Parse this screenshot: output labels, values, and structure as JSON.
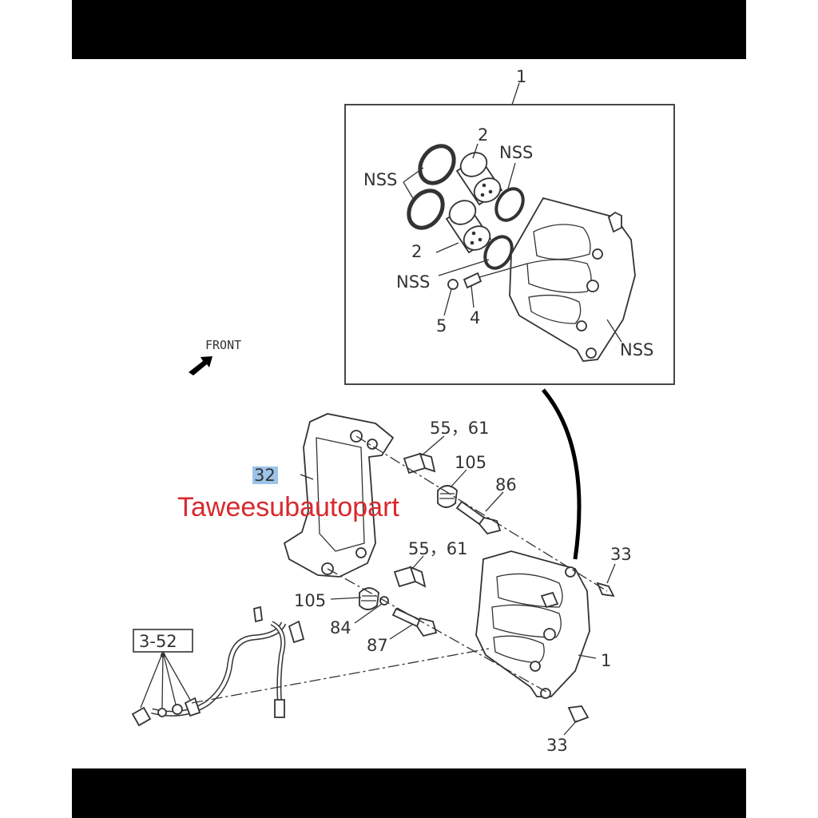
{
  "labels": {
    "assembly_top": "1",
    "piston_upper": "2",
    "piston_lower": "2",
    "nss_seals": "NSS",
    "nss_oring_upper": "NSS",
    "nss_oring_lower": "NSS",
    "nss_body": "NSS",
    "cap": "5",
    "bleeder": "4",
    "front": "FRONT",
    "bracket": "32",
    "bolt_upper": "55，61",
    "boot_upper": "105",
    "pin_upper": "86",
    "bolt_lower": "55，61",
    "boot_lower": "105",
    "bushing": "84",
    "pin_lower": "87",
    "ref_box": "3-52",
    "bolt_right_upper": "33",
    "caliper_main": "1",
    "bolt_right_lower": "33"
  },
  "watermark": "Taweesubautopart",
  "colors": {
    "highlight": "#9cc3e8",
    "watermark": "#d8292e",
    "bars": "#000000"
  }
}
